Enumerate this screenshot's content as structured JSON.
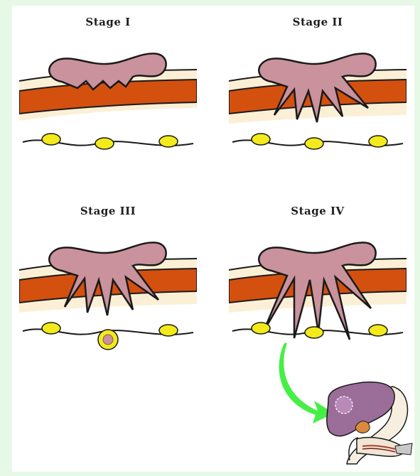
{
  "stages": [
    {
      "title": "Stage I"
    },
    {
      "title": "Stage II"
    },
    {
      "title": "Stage III"
    },
    {
      "title": "Stage IV"
    }
  ],
  "colors": {
    "background": "#e6f9e6",
    "tumor": "#c9929c",
    "muscle_layer": "#d4500f",
    "node": "#f2ea1a",
    "arrow": "#46ef46",
    "liver": "#9a6e98"
  },
  "icons": [
    "tumor-mass",
    "lymph-node",
    "metastasis-arrow",
    "liver-organ"
  ]
}
